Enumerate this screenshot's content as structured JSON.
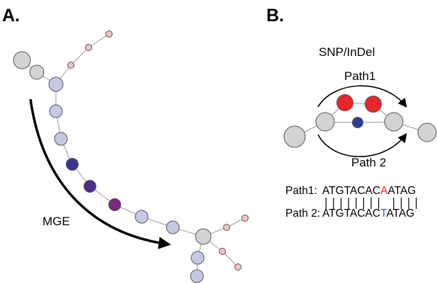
{
  "panels": {
    "a": {
      "label": "A.",
      "arrow_label": "MGE"
    },
    "b": {
      "label": "B.",
      "title": "SNP/InDel",
      "path1_label": "Path1",
      "path2_label": "Path 2",
      "alignment": {
        "row1_label": "Path1:",
        "row2_label": "Path 2:",
        "row1_prefix": "ATGTACAC",
        "row1_variant": "A",
        "row1_suffix": "ATAG",
        "row2_prefix": "ATGTACAC",
        "row2_variant": "T",
        "row2_suffix": "ATAG"
      }
    }
  },
  "colors": {
    "grey_node": "#d3d3d3",
    "lavender_node": "#c5c9e6",
    "pink_node": "#f2c3c6",
    "indigo_node": "#3e3592",
    "violet_node": "#4f2d8d",
    "purple_node": "#7a2a7f",
    "red_node": "#e8252b",
    "blue_node": "#2b3e98",
    "variant_red": "#e8252b",
    "variant_blue": "#4a5fa8"
  }
}
